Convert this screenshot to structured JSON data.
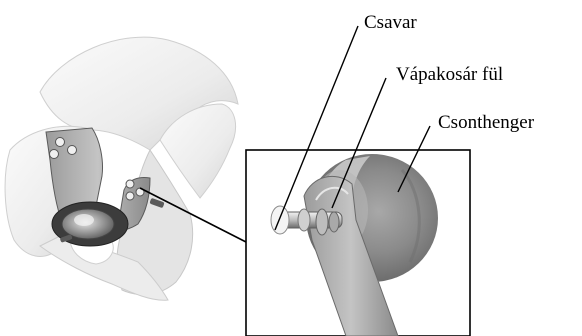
{
  "labels": {
    "screw": "Csavar",
    "cup_cage_lug": "Vápakosár fül",
    "bone_cylinder": "Csonthenger"
  }
}
